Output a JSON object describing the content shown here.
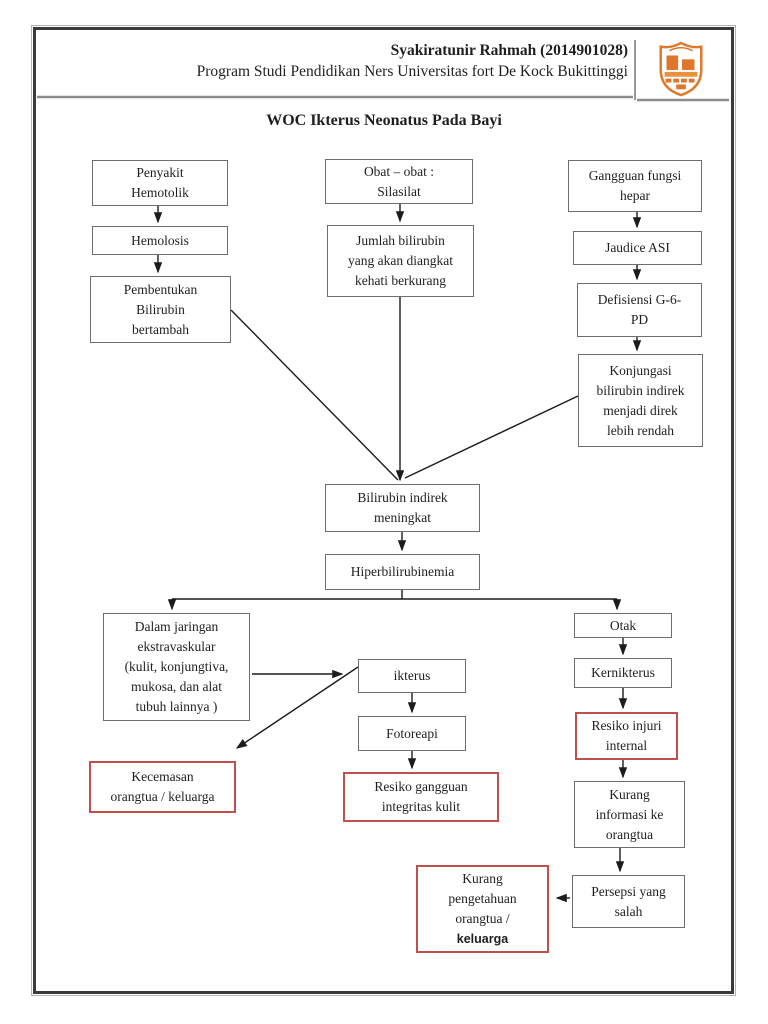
{
  "page": {
    "header": {
      "author": "Syakiratunir Rahmah (2014901028)",
      "program": "Program Studi Pendidikan Ners Universitas fort De Kock Bukittinggi",
      "logo_icon": "university-shield-emblem"
    },
    "title": "WOC Ikterus Neonatus Pada Bayi",
    "colors": {
      "highlight_border": "#c0504d",
      "box_border": "#6e6e6e",
      "arrow": "#1c1c1c",
      "logo_orange": "#e0762c",
      "header_rule": "#8c8c8c"
    }
  },
  "flowchart": {
    "nodes": [
      {
        "id": "penyakit-hemotolik",
        "label": "Penyakit\nHemotolik",
        "highlight": false
      },
      {
        "id": "hemolosis",
        "label": "Hemolosis",
        "highlight": false
      },
      {
        "id": "pembentukan-bilirubin",
        "label": "Pembentukan\nBilirubin\nbertambah",
        "highlight": false
      },
      {
        "id": "obat-silasilat",
        "label": "Obat – obat :\nSilasilat",
        "highlight": false
      },
      {
        "id": "jumlah-bilirubin",
        "label": "Jumlah bilirubin\nyang akan diangkat\nkehati berkurang",
        "highlight": false
      },
      {
        "id": "gangguan-fungsi-hepar",
        "label": "Gangguan fungsi\nhepar",
        "highlight": false
      },
      {
        "id": "jaudice-asi",
        "label": "Jaudice ASI",
        "highlight": false
      },
      {
        "id": "defisiensi-g6pd",
        "label": "Defisiensi G-6-\nPD",
        "highlight": false
      },
      {
        "id": "konjungasi-bilirubin",
        "label": "Konjungasi\nbilirubin indirek\nmenjadi direk\nlebih rendah",
        "highlight": false
      },
      {
        "id": "bilirubin-indirek-meningkat",
        "label": "Bilirubin indirek\nmeningkat",
        "highlight": false
      },
      {
        "id": "hiperbilirubinemia",
        "label": "Hiperbilirubinemia",
        "highlight": false
      },
      {
        "id": "dalam-jaringan-ekstravaskular",
        "label": "Dalam jaringan\nekstravaskular\n(kulit, konjungtiva,\nmukosa, dan alat\ntubuh lainnya )",
        "highlight": false
      },
      {
        "id": "kecemasan-orangtua",
        "label": "Kecemasan\norangtua / keluarga",
        "highlight": true
      },
      {
        "id": "ikterus",
        "label": "ikterus",
        "highlight": false
      },
      {
        "id": "fotoreapi",
        "label": "Fotoreapi",
        "highlight": false
      },
      {
        "id": "resiko-gangguan-integritas-kulit",
        "label": "Resiko gangguan\nintegritas kulit",
        "highlight": true
      },
      {
        "id": "otak",
        "label": "Otak",
        "highlight": false
      },
      {
        "id": "kernikterus",
        "label": "Kernikterus",
        "highlight": false
      },
      {
        "id": "resiko-injuri-internal",
        "label": "Resiko injuri\ninternal",
        "highlight": true
      },
      {
        "id": "kurang-informasi",
        "label": "Kurang\ninformasi ke\norangtua",
        "highlight": false
      },
      {
        "id": "persepsi-salah",
        "label": "Persepsi yang\nsalah",
        "highlight": false
      },
      {
        "id": "kurang-pengetahuan",
        "label": "Kurang\npengetahuan\norangtua /",
        "label_bold": "keluarga",
        "highlight": true
      }
    ]
  }
}
